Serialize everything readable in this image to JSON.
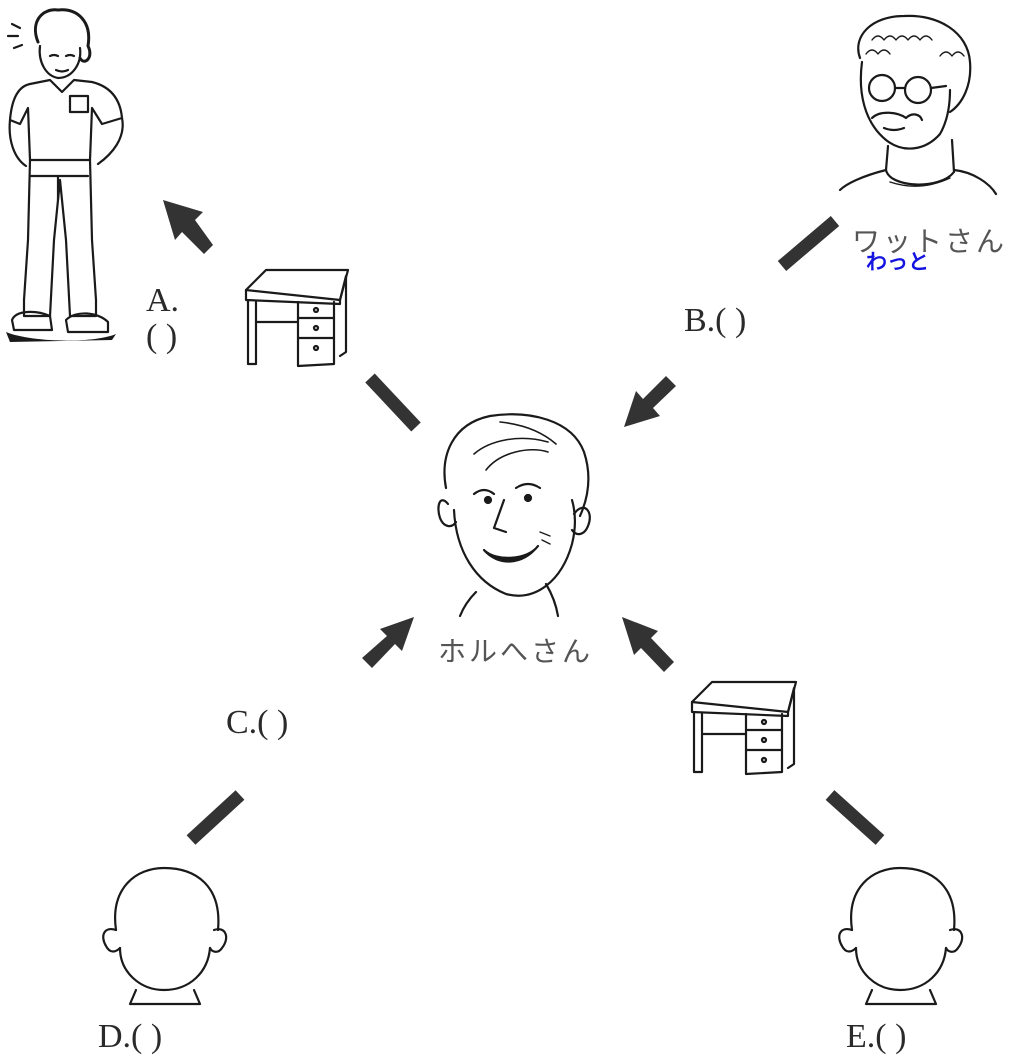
{
  "names": {
    "center": "ホルへさん",
    "watt": "ワットさん",
    "watt_reading": "わっと"
  },
  "labels": {
    "a_letter": "A.",
    "a_blank": "(    )",
    "b": "B.(    )",
    "c": "C.(    )",
    "d": "D.(    )",
    "e": "E.(    )"
  },
  "colors": {
    "ink": "#1a1a1a",
    "arrow": "#333333",
    "reading": "#1414e0"
  }
}
